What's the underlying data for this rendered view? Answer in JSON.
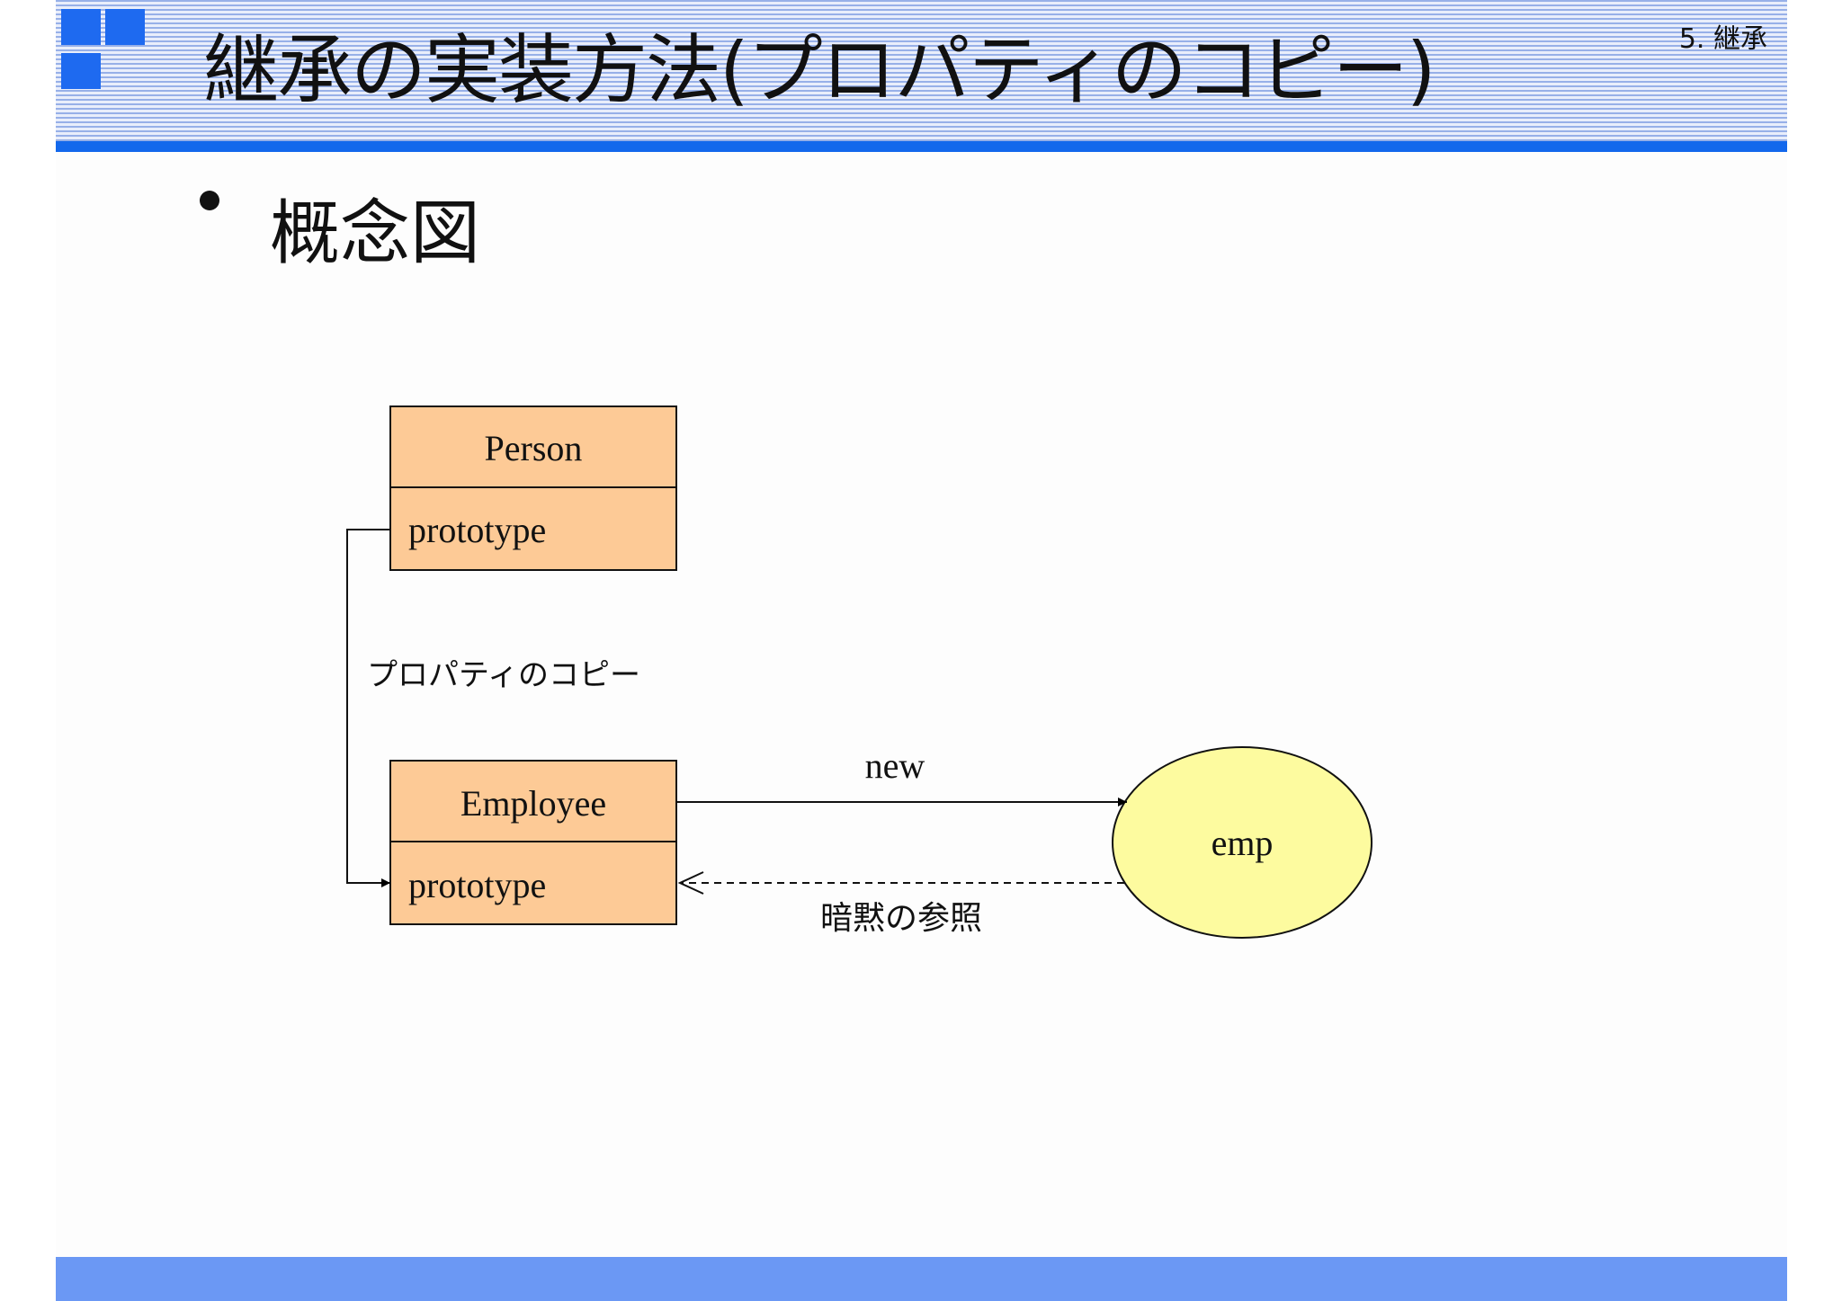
{
  "header": {
    "title": "継承の実装方法(プロパティのコピー)",
    "section": "5. 継承"
  },
  "content": {
    "bullet": "概念図"
  },
  "diagram": {
    "person": {
      "name": "Person",
      "field": "prototype"
    },
    "employee": {
      "name": "Employee",
      "field": "prototype"
    },
    "instance": {
      "name": "emp"
    },
    "edges": {
      "copy_label": "プロパティのコピー",
      "new_label": "new",
      "implicit_ref_label": "暗黙の参照"
    }
  },
  "colors": {
    "header_rule": "#1368ec",
    "logo": "#1e6af0",
    "footer": "#6b98f4",
    "class_box_fill": "#fdca96",
    "instance_fill": "#fdfb9f"
  }
}
